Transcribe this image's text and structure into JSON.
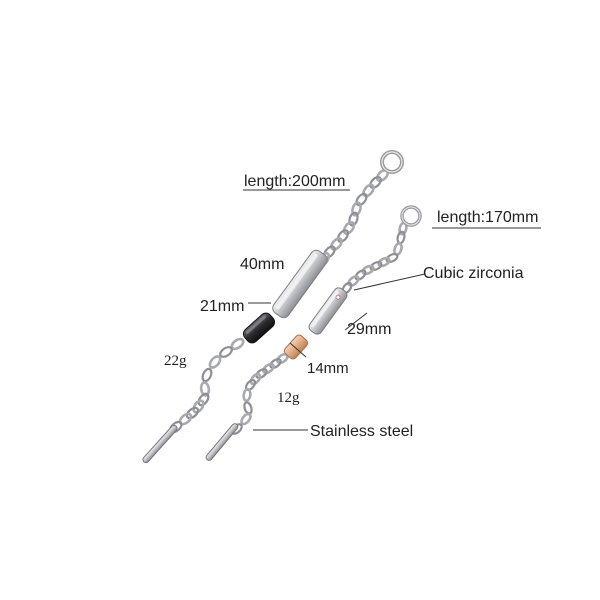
{
  "annotations": {
    "length_a": "length:200mm",
    "length_b": "length:170mm",
    "plate_a_length": "40mm",
    "plate_a_small": "21mm",
    "weight_a": "22g",
    "zirconia": "Cubic zirconia",
    "plate_b_length": "29mm",
    "plate_b_small": "14mm",
    "weight_b": "12g",
    "material": "Stainless steel"
  },
  "colors": {
    "silver": "#b8b8bc",
    "silver_dark": "#6f7075",
    "black_plate": "#2b2b2e",
    "rose_gold": "#e0aa80"
  }
}
